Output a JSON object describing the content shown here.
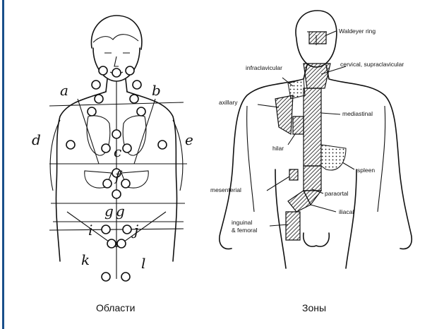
{
  "captions": {
    "left": "Области",
    "right": "Зоны"
  },
  "left_figure": {
    "region_letters": [
      "a",
      "b",
      "d",
      "e",
      "c",
      "f",
      "g",
      "g",
      "i",
      "j",
      "k",
      "l"
    ]
  },
  "right_figure": {
    "labels": {
      "waldeyer": "Waldeyer ring",
      "cervical": "cervical, supraclavicular",
      "infraclavicular": "infraclavicular",
      "axillary": "axillary",
      "mediastinal": "mediastinal",
      "hilar": "hilar",
      "spleen": "spleen",
      "mesenterial": "mesenterial",
      "paraortal": "paraortal",
      "iliacal": "iliacal",
      "inguinal": "inguinal",
      "femoral": "& femoral"
    }
  },
  "colors": {
    "accent_bar": "#1a4f8b",
    "ink": "#111111"
  }
}
